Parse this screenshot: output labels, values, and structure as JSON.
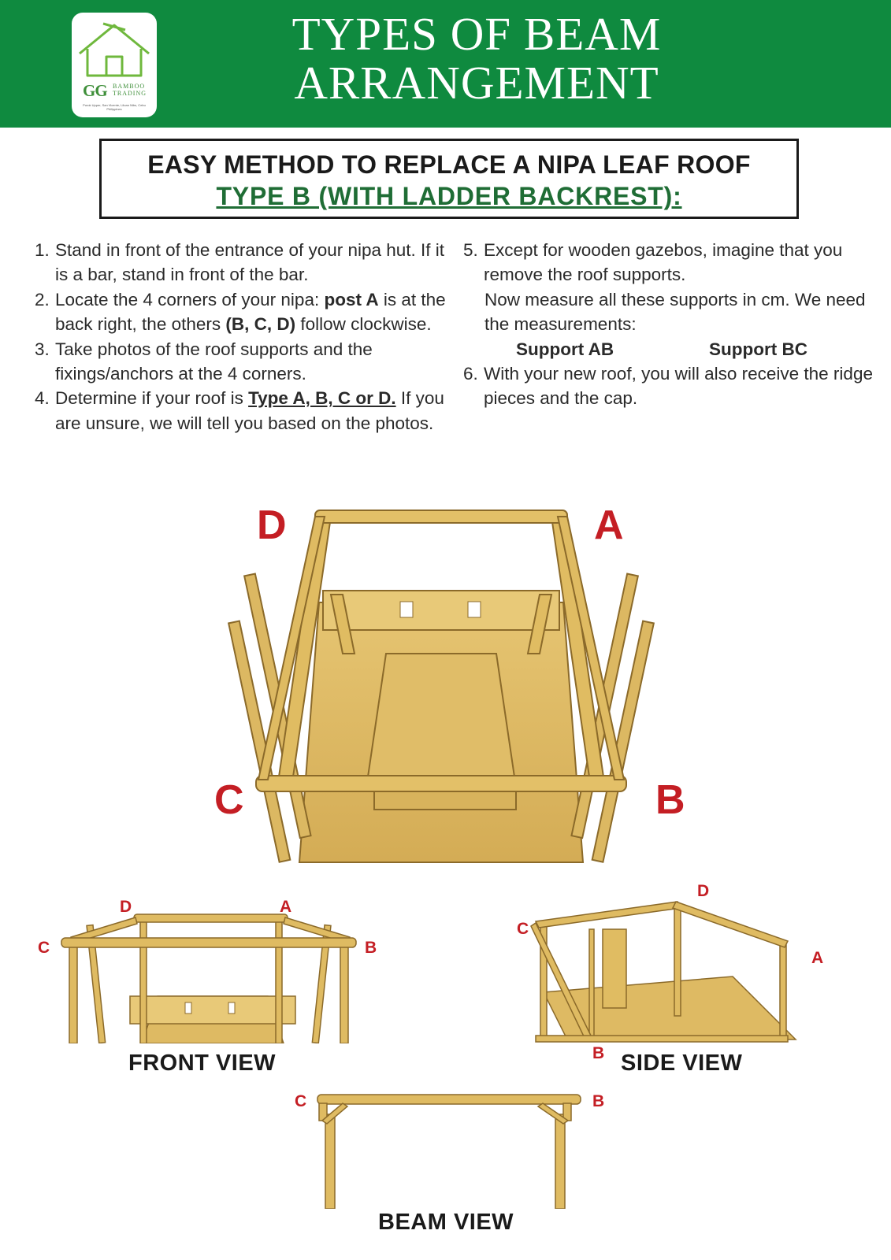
{
  "header": {
    "title_line1": "TYPES OF BEAM",
    "title_line2": "ARRANGEMENT",
    "logo": {
      "initials": "GG",
      "brand_line1": "BAMBOO",
      "brand_line2": "TRADING",
      "address": "Purok Upper, San Vicente, Liloan Nibs, Cebu Philippines"
    }
  },
  "subtitle": {
    "line1": "EASY METHOD TO REPLACE A NIPA LEAF ROOF",
    "line2": "TYPE B (WITH LADDER BACKREST):"
  },
  "steps_left": [
    {
      "num": "1.",
      "parts": [
        "Stand in front of the entrance of your nipa hut. If it is a bar, stand in front of the bar."
      ]
    },
    {
      "num": "2.",
      "pre": "Locate the 4 corners of your nipa: ",
      "b1": "post A",
      "mid": " is at the back right, the others ",
      "b2": "(B, C, D)",
      "post": " follow clockwise."
    },
    {
      "num": "3.",
      "text": " Take photos of the roof supports and the fixings/anchors at the 4 corners."
    },
    {
      "num": "4.",
      "pre": "Determine if your roof is ",
      "bu": "Type A, B, C or D.",
      "post": " If you are unsure, we will tell you based on the photos."
    }
  ],
  "steps_right": {
    "step5_num": "5.",
    "step5_text": "Except for wooden gazebos, imagine that you remove the roof supports.",
    "step5_extra": "Now measure all these supports in cm. We need the measurements:",
    "support_ab": "Support AB",
    "support_bc": "Support BC",
    "step6_num": "6.",
    "step6_text": "With your new roof, you will also receive the ridge pieces and the cap."
  },
  "main_labels": {
    "d": "D",
    "a": "A",
    "c": "C",
    "b": "B"
  },
  "front_view": {
    "label": "FRONT VIEW",
    "d": "D",
    "a": "A",
    "c": "C",
    "b": "B"
  },
  "side_view": {
    "label": "SIDE VIEW",
    "d": "D",
    "c": "C",
    "a": "A",
    "b": "B"
  },
  "beam_view": {
    "label": "BEAM VIEW",
    "c": "C",
    "b": "B"
  },
  "colors": {
    "header_green": "#0f8a3f",
    "subtitle_green": "#1f6d35",
    "label_red": "#c41e24",
    "bamboo": "#d9b45a"
  }
}
